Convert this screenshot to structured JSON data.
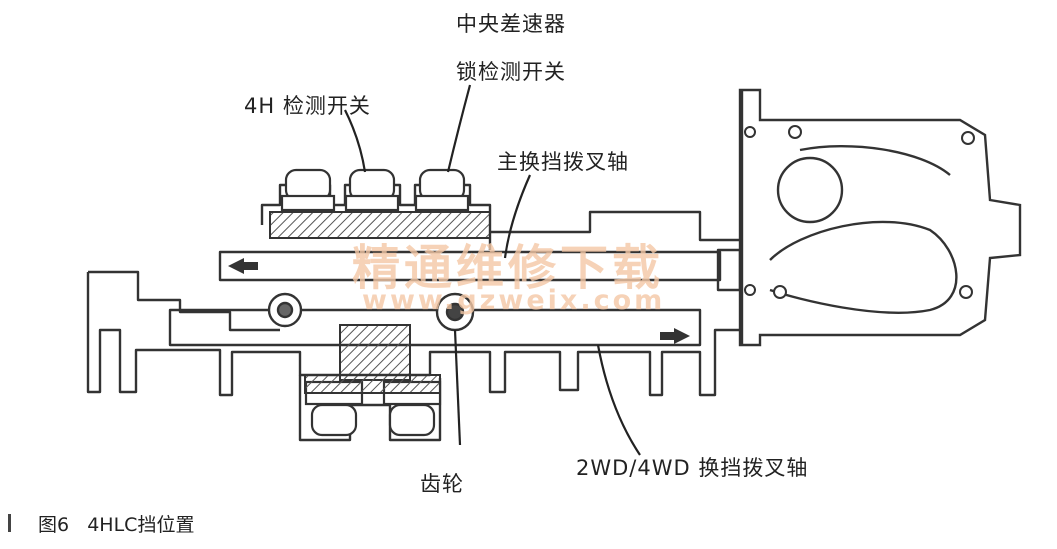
{
  "labels": {
    "center_diff_line1": "中央差速器",
    "center_diff_line2": "锁检测开关",
    "sw_4h": "4H 检测开关",
    "main_fork_shaft": "主换挡拨叉轴",
    "fork_2wd4wd": "2WD/4WD 换挡拨叉轴",
    "gear": "齿轮"
  },
  "watermark": {
    "cn": "精通维修下载",
    "url": "www.gzweix.com"
  },
  "caption": {
    "figure": "图6",
    "title": "4HLC挡位置"
  },
  "colors": {
    "line": "#333333",
    "hatch": "#555555",
    "watermark": "#f4c8a6"
  }
}
